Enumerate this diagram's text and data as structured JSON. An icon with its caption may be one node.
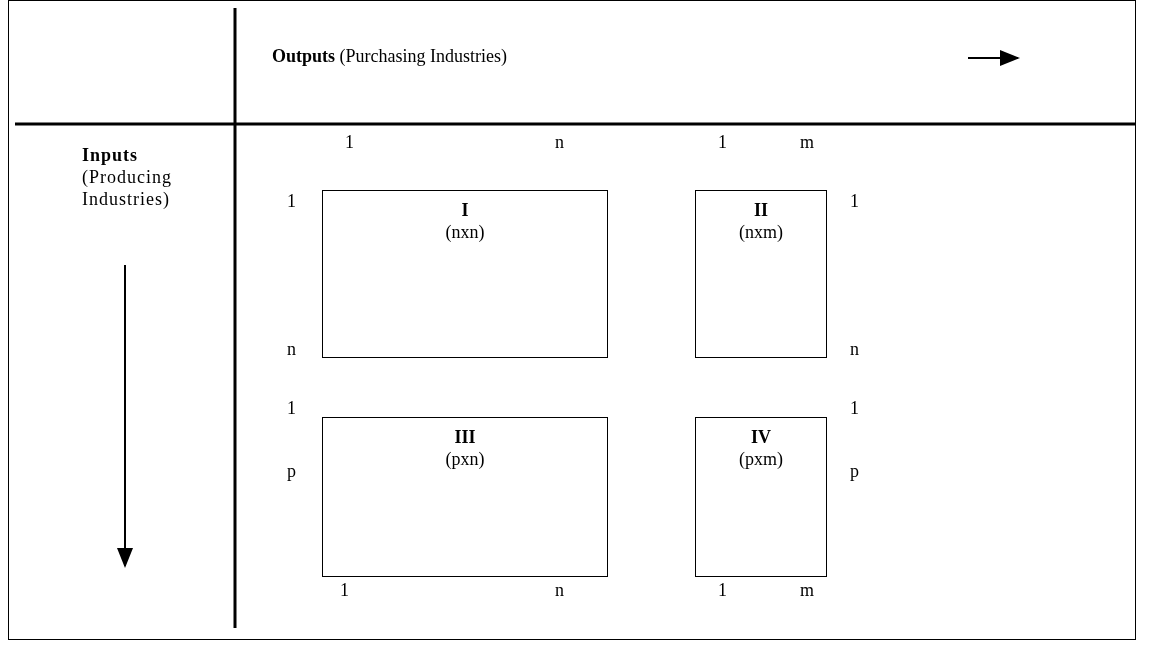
{
  "diagram": {
    "nodes": [
      {
        "text": [
          "I",
          "(nxn)"
        ]
      },
      {
        "text": [
          "II",
          "(nxm)"
        ]
      },
      {
        "text": [
          "III",
          "(pxn)"
        ]
      },
      {
        "text": [
          "IV",
          "(pxm)"
        ]
      }
    ],
    "edges": [],
    "labels": [
      "**Outputs** (Purchasing Industries)",
      "**Inputs** (Producing Industries)",
      "1",
      "n",
      "1",
      "m",
      "1",
      "1",
      "n",
      "n",
      "1",
      "1",
      "p",
      "p",
      "1",
      "n",
      "1",
      "m"
    ]
  }
}
